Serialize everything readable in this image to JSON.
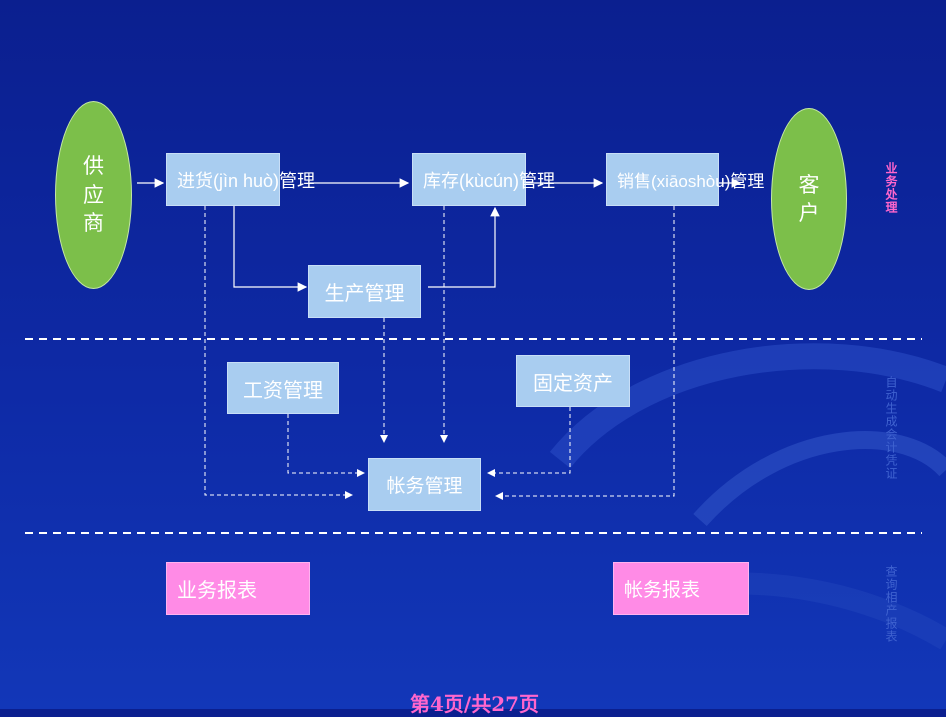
{
  "nodes": {
    "supplier": "供\n应\n商",
    "customer": "客\n户",
    "purchase": "进货(jìn huò)管理",
    "inventory": "库存(kùcún)管理",
    "sales": "销售(xiāoshòu)管理",
    "production": "生产管理",
    "payroll": "工资管理",
    "fixed_assets": "固定资产",
    "accounting": "帐务管理",
    "business_report": "业务报表",
    "accounting_report": "帐务报表"
  },
  "side_labels": {
    "business": "业务处理",
    "auto": "自动生成会计凭证",
    "query": "查询相产报表"
  },
  "footer": "第4页/共27页",
  "colors": {
    "background": "#0e2aa6",
    "box": "#a9cdf0",
    "pink": "#ff8be6",
    "green": "#7cbf4a",
    "footer": "#ff66cc"
  }
}
